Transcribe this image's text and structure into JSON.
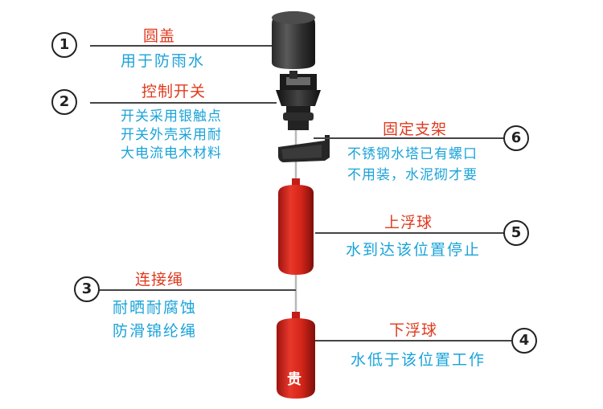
{
  "parts": [
    {
      "id": "1",
      "title": "圆盖",
      "desc": [
        "用于防雨水"
      ]
    },
    {
      "id": "2",
      "title": "控制开关",
      "desc": [
        "开关采用银触点",
        "开关外壳采用耐",
        "大电流电木材料"
      ]
    },
    {
      "id": "3",
      "title": "连接绳",
      "desc": [
        "耐晒耐腐蚀",
        "防滑锦纶绳"
      ]
    },
    {
      "id": "4",
      "title": "下浮球",
      "desc": [
        "水低于该位置工作"
      ]
    },
    {
      "id": "5",
      "title": "上浮球",
      "desc": [
        "水到达该位置停止"
      ]
    },
    {
      "id": "6",
      "title": "固定支架",
      "desc": [
        "不锈钢水塔已有螺口",
        "不用装，水泥砌才要"
      ]
    }
  ],
  "float_mark": "贵",
  "colors": {
    "title": "#e03a1e",
    "desc": "#1aa3d9",
    "float": "#d9211b",
    "line": "#444444"
  }
}
